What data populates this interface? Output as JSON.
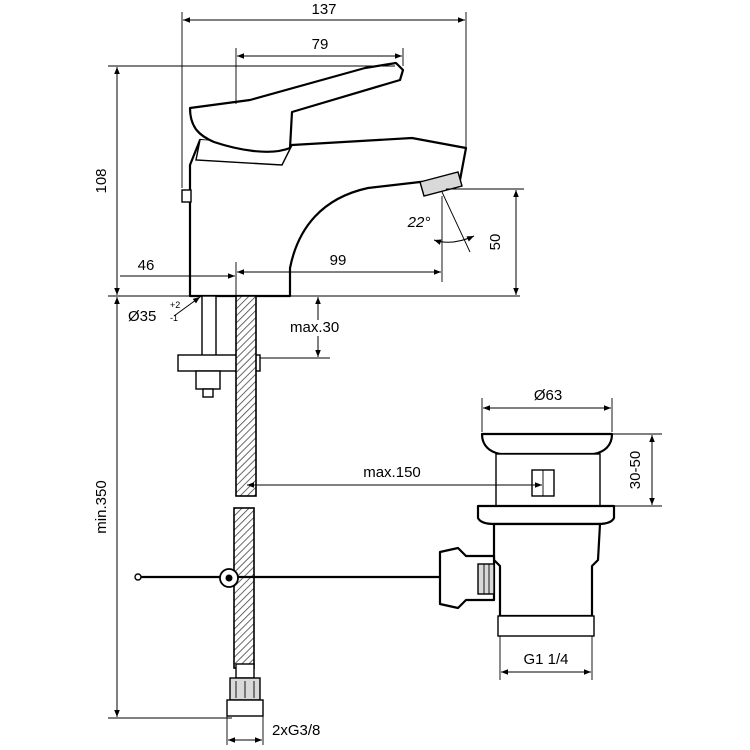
{
  "dimensions": {
    "total_length": "137",
    "lever_length": "79",
    "height": "108",
    "spout_reach": "99",
    "body_offset": "46",
    "aerator_height": "50",
    "aerator_angle": "22°",
    "hole_diameter": "Ø35",
    "hole_tol_plus": "+2",
    "hole_tol_minus": "-1",
    "deck_thickness": "max.30",
    "waste_diameter": "Ø63",
    "waste_depth": "30-50",
    "rod_reach": "max.150",
    "hose_length": "min.350",
    "waste_thread": "G1 1/4",
    "hose_thread": "2xG3/8"
  }
}
